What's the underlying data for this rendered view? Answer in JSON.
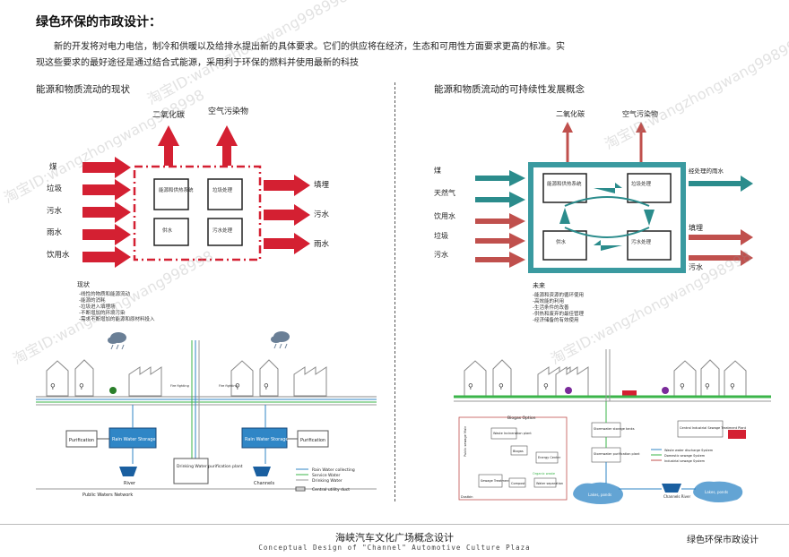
{
  "title": "绿色环保的市政设计：",
  "intro": "新的开发将对电力电信，制冷和供暖以及给排水提出新的具体要求。它们的供应将在经济，生态和可用性方面要求更高的标准。实现这些要求的最好途径是通过结合式能源，采用利于环保的燃料并使用最新的科技",
  "left": {
    "heading": "能源和物质流动的现状",
    "outputs_top": [
      "二氧化碳",
      "空气污染物"
    ],
    "inputs": [
      "煤",
      "垃圾",
      "污水",
      "雨水",
      "饮用水"
    ],
    "boxes": [
      "能源和供热系统",
      "垃圾处理",
      "供水",
      "污水处理"
    ],
    "outputs_right": [
      "填埋",
      "污水",
      "雨水"
    ],
    "status_title": "现状",
    "status_items": [
      "-线性的物质和能源流动",
      "-能源的消耗",
      "-垃圾进入填埋场",
      "-不断增加的环境污染",
      "-需求不断增加的能源和原材料投入"
    ],
    "legend": [
      "Rain Water collecting",
      "Service Water",
      "Drinking Water",
      "Central utility duct"
    ],
    "labels": {
      "purification_left": "Purification",
      "rain_storage_left": "Rain Water Storage",
      "drinking": "Drinking Water purification plant",
      "rain_storage_right": "Rain Water Storage",
      "purification_right": "Purification",
      "river": "River",
      "channels": "Channels",
      "public_network": "Public Waters Network",
      "fire_left": "Fire fighting",
      "fire_right": "Fire fighting"
    }
  },
  "right": {
    "heading": "能源和物质流动的可持续性发展概念",
    "outputs_top": [
      "二氧化碳",
      "空气污染物"
    ],
    "inputs": [
      "煤",
      "天然气",
      "饮用水",
      "垃圾",
      "污水"
    ],
    "boxes": [
      "能源和供热系统",
      "垃圾处理",
      "供水",
      "污水处理"
    ],
    "outputs_right": [
      "经处理的雨水",
      "填埋",
      "污水"
    ],
    "future_title": "未来",
    "future_items": [
      "-能源和资源的循环使用",
      "-高效能的利用",
      "-生活条件的改善",
      "-供热和废弃的最佳管理",
      "-经济储备的有效使用"
    ],
    "labels": {
      "biogas": "Biogas Option",
      "waste_plant": "Waste Incineration plant",
      "biogas_box": "Biogas",
      "energy_center": "Energy Center",
      "organic_waste": "Organic waste",
      "storage_plant": "Sewage Treatment Plant",
      "compost": "Compost",
      "water_separation": "Water separation",
      "rain_tanks": "Stormwater storage tanks",
      "rain_purify": "Stormwater purification plant",
      "central_storage": "Central Industrial Sewage Treatment Plant",
      "legend": [
        "Waste water discharge System",
        "Domestic sewage System",
        "Industrial sewage System"
      ],
      "lakes_left": "Lakes, ponds",
      "channels_river": "Channels River",
      "lakes_right": "Lakes, ponds",
      "public_sewage": "Public sewage Main",
      "dustbin": "Dustbin"
    }
  },
  "footer": {
    "title": "海峡汽车文化广场概念设计",
    "subtitle": "Conceptual Design of \"Channel\" Automotive Culture Plaza",
    "right": "绿色环保市政设计"
  },
  "watermarks": [
    "淘宝ID:wangzhongwang998998",
    "淘宝ID:wangzhongwang998998",
    "淘宝ID:wangzhongwang998998",
    "淘宝ID:wangzhongwang998998",
    "淘宝ID:wangzhongwang998998"
  ],
  "colors": {
    "arrow_red": "#d42032",
    "box_teal": "#3a9aa0",
    "arrow_teal": "#2b8c8c",
    "storage_blue": "#2f86c6",
    "grass_green": "#3bb54a"
  }
}
